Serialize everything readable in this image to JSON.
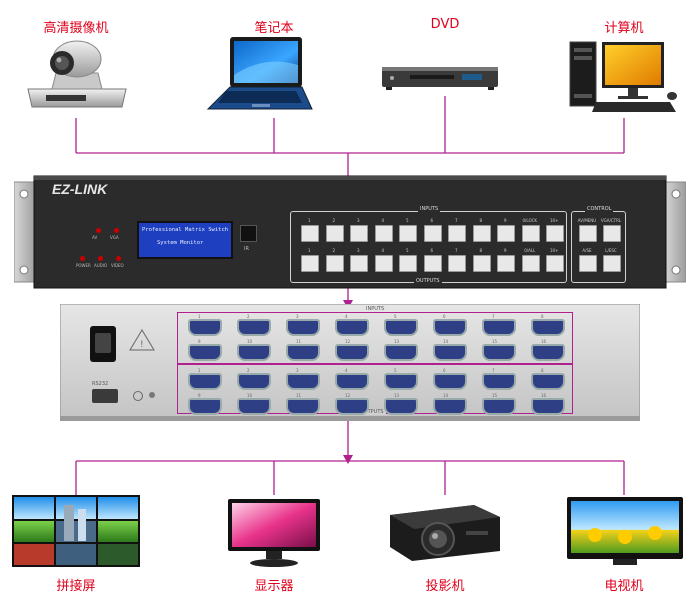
{
  "sources": [
    {
      "label": "高清摄像机",
      "icon": "hd-camera-icon"
    },
    {
      "label": "笔记本",
      "icon": "laptop-icon"
    },
    {
      "label": "DVD",
      "icon": "dvd-player-icon"
    },
    {
      "label": "计算机",
      "icon": "desktop-computer-icon"
    }
  ],
  "outputs": [
    {
      "label": "拼接屏",
      "icon": "video-wall-icon"
    },
    {
      "label": "显示器",
      "icon": "monitor-icon"
    },
    {
      "label": "投影机",
      "icon": "projector-icon"
    },
    {
      "label": "电视机",
      "icon": "television-icon"
    }
  ],
  "matrix": {
    "brand": "EZ-LINK",
    "lcd_title": "Professional Matrix Switch",
    "lcd_sub": "System Monitor",
    "ir_label": "IR",
    "led_top": [
      "AV",
      "VGA"
    ],
    "led_bottom": [
      "POWER",
      "AUDIO",
      "VIDEO"
    ],
    "inputs_title": "INPUTS",
    "outputs_title": "OUTPUTS",
    "control_title": "CONTROL",
    "input_keys": [
      "1",
      "2",
      "3",
      "4",
      "5",
      "6",
      "7",
      "8",
      "9",
      "0/LOCK",
      "10+"
    ],
    "output_keys": [
      "1",
      "2",
      "3",
      "4",
      "5",
      "6",
      "7",
      "8",
      "9",
      "0/ALL",
      "10+"
    ],
    "control_top": [
      "AV/MENU",
      "VGA/CTRL"
    ],
    "control_bottom": [
      "A/SE",
      "L/ESC"
    ]
  },
  "rear": {
    "inputs_label": "INPUTS",
    "outputs_label": "OUTPUTS",
    "rs232_label": "RS232",
    "port_numbers_top": [
      "1",
      "2",
      "3",
      "4",
      "5",
      "6",
      "7",
      "8"
    ],
    "port_numbers_bottom": [
      "9",
      "10",
      "11",
      "12",
      "13",
      "14",
      "15",
      "16"
    ]
  },
  "colors": {
    "label": "#e0001b",
    "wire": "#b0218f",
    "panel": "#2b2b2b",
    "button": "#e8e8e8",
    "rear": "#d9d9d9",
    "vga_port": "#2f3f86"
  }
}
